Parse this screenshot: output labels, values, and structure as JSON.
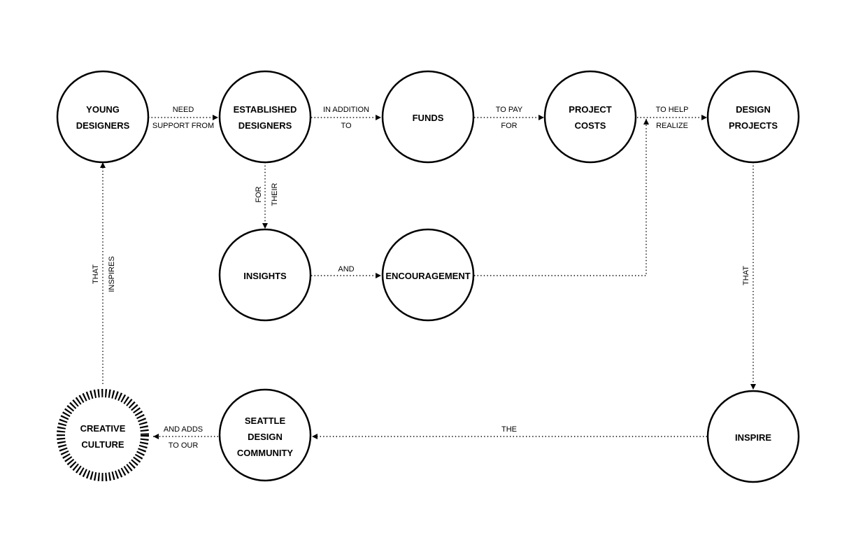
{
  "nodes": {
    "young_designers": [
      "YOUNG",
      "DESIGNERS"
    ],
    "established_designers": [
      "ESTABLISHED",
      "DESIGNERS"
    ],
    "funds": [
      "FUNDS"
    ],
    "project_costs": [
      "PROJECT",
      "COSTS"
    ],
    "design_projects": [
      "DESIGN",
      "PROJECTS"
    ],
    "insights": [
      "INSIGHTS"
    ],
    "encouragement": [
      "ENCOURAGEMENT"
    ],
    "inspire": [
      "INSPIRE"
    ],
    "seattle_design_community": [
      "SEATTLE",
      "DESIGN",
      "COMMUNITY"
    ],
    "creative_culture": [
      "CREATIVE",
      "CULTURE"
    ]
  },
  "edges": {
    "young_to_established": [
      "NEED",
      "SUPPORT FROM"
    ],
    "established_to_funds": [
      "IN ADDITION",
      "TO"
    ],
    "funds_to_costs": [
      "TO PAY",
      "FOR"
    ],
    "costs_to_projects": [
      "TO HELP",
      "REALIZE"
    ],
    "established_to_insights": [
      "FOR",
      "THEIR"
    ],
    "insights_to_encouragement": [
      "AND"
    ],
    "projects_to_inspire": [
      "THAT"
    ],
    "inspire_to_community": [
      "THE"
    ],
    "community_to_culture": [
      "AND ADDS",
      "TO OUR"
    ],
    "culture_to_young": [
      "THAT",
      "INSPIRES"
    ]
  }
}
